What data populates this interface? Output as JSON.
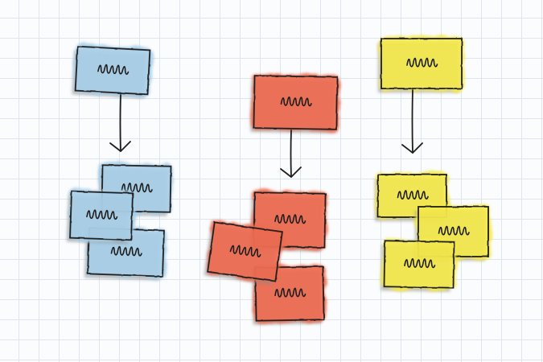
{
  "diagram": {
    "background": "grid-paper",
    "groups": [
      {
        "name": "blue",
        "fill": "#a8cfe8",
        "parent": {
          "scribble": "squiggle"
        },
        "children": [
          {
            "scribble": "squiggle"
          },
          {
            "scribble": "squiggle"
          },
          {
            "scribble": "squiggle"
          }
        ]
      },
      {
        "name": "red",
        "fill": "#ee6a4f",
        "parent": {
          "scribble": "squiggle"
        },
        "children": [
          {
            "scribble": "squiggle"
          },
          {
            "scribble": "squiggle"
          },
          {
            "scribble": "squiggle"
          }
        ]
      },
      {
        "name": "yellow",
        "fill": "#f5e94a",
        "parent": {
          "scribble": "squiggle"
        },
        "children": [
          {
            "scribble": "squiggle"
          },
          {
            "scribble": "squiggle"
          },
          {
            "scribble": "squiggle"
          }
        ]
      }
    ],
    "ink_color": "#1e1e1e",
    "shadow_color": "#8a8a8a"
  }
}
